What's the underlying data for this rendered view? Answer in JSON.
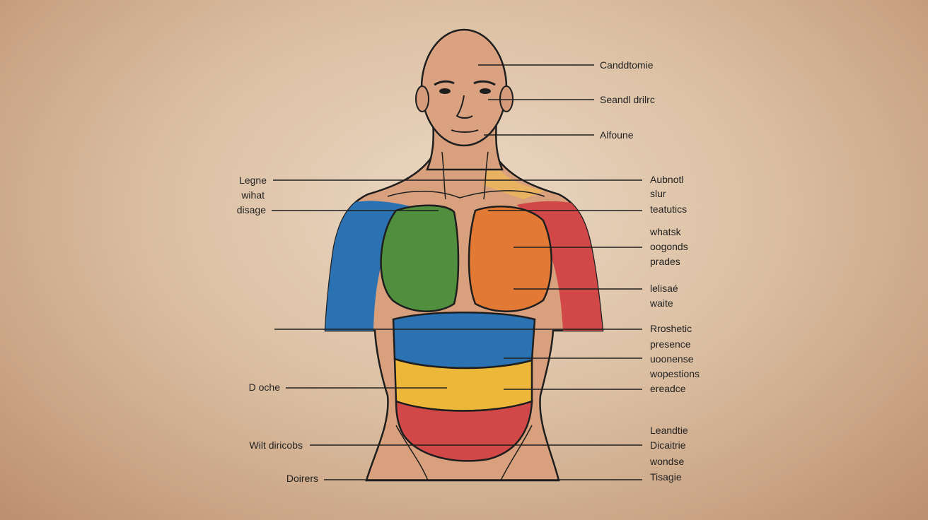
{
  "colors": {
    "skin": "#d9a07e",
    "skin_shadow": "#c98a68",
    "outline": "#1e1e1e",
    "blue": "#2b72b2",
    "green": "#4f8f3d",
    "orange": "#e27a35",
    "red": "#d24848",
    "yellow": "#edb73a",
    "light_orange": "#e9b260"
  },
  "labels_right": [
    "Canddtomie",
    "Seandl drilrc",
    "Alfoune",
    "Aubnotl",
    "slur",
    "teatutics",
    "whatsk",
    "oogonds",
    "prades",
    "lelisaé",
    "waite",
    "Rroshetic",
    "presence",
    "uoonense",
    "wopestions",
    "ereadce",
    "Leandtie",
    "Dicaitrie",
    "wondse",
    "Tisagie"
  ],
  "labels_left": [
    "Legne",
    "wihat",
    "disage",
    "D oche",
    "Wilt diricobs",
    "Doirers"
  ]
}
